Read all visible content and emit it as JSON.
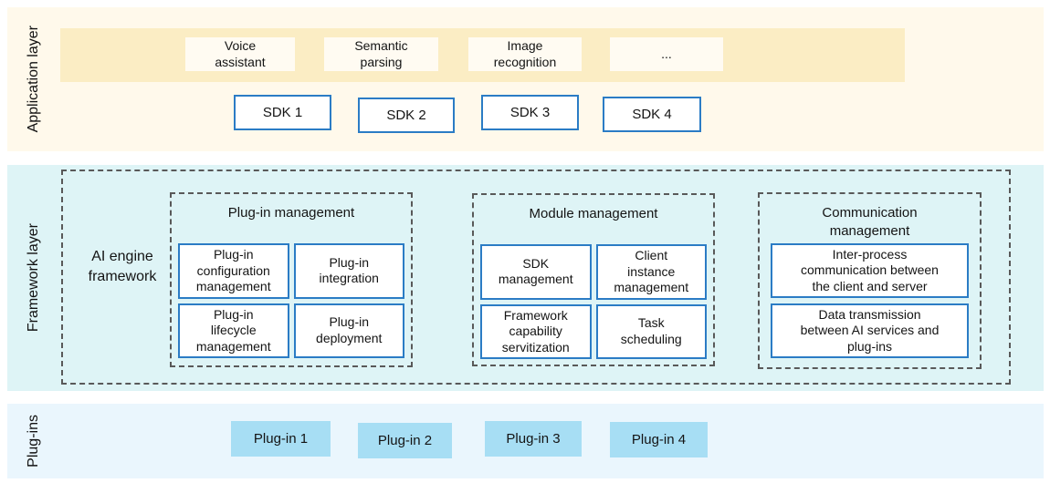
{
  "application": {
    "label": "Application layer",
    "apps": [
      "Voice\nassistant",
      "Semantic\nparsing",
      "Image\nrecognition",
      "..."
    ],
    "sdks": [
      "SDK 1",
      "SDK 2",
      "SDK 3",
      "SDK 4"
    ]
  },
  "framework": {
    "label": "Framework layer",
    "engine_label": "AI engine\nframework",
    "groups": [
      {
        "title": "Plug-in management",
        "items": [
          "Plug-in\nconfiguration\nmanagement",
          "Plug-in\nintegration",
          "Plug-in\nlifecycle\nmanagement",
          "Plug-in\ndeployment"
        ]
      },
      {
        "title": "Module management",
        "items": [
          "SDK\nmanagement",
          "Client\ninstance\nmanagement",
          "Framework\ncapability\nservitization",
          "Task\nscheduling"
        ]
      },
      {
        "title": "Communication\nmanagement",
        "items": [
          "Inter-process\ncommunication between\nthe client and server",
          "Data transmission\nbetween AI services and\nplug-ins"
        ]
      }
    ]
  },
  "plugins": {
    "label": "Plug-ins",
    "items": [
      "Plug-in 1",
      "Plug-in 2",
      "Plug-in 3",
      "Plug-in 4"
    ]
  },
  "colors": {
    "application_bg": "#FFF9EB",
    "application_band": "#FBEDC4",
    "app_item_bg": "#FFFBF2",
    "framework_bg": "#DEF4F6",
    "plugins_bg": "#EAF6FD",
    "plugin_box": "#A7DEF4",
    "box_border_blue": "#2B7CC5",
    "dashed_border_gray": "#595959",
    "text": "#141414"
  }
}
